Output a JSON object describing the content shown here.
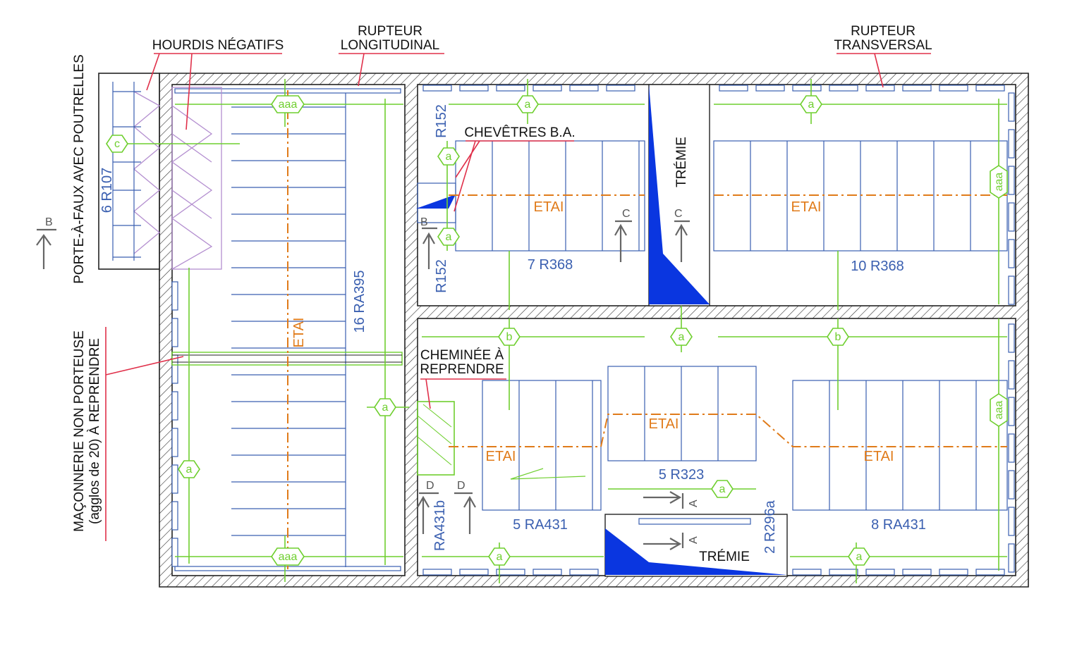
{
  "callouts": {
    "hourdis": "HOURDIS NÉGATIFS",
    "rupteur_long_1": "RUPTEUR",
    "rupteur_long_2": "LONGITUDINAL",
    "rupteur_trans_1": "RUPTEUR",
    "rupteur_trans_2": "TRANSVERSAL",
    "porte_a_faux": "PORTE-À-FAUX AVEC POUTRELLES",
    "maconnerie_1": "MAÇONNERIE NON PORTEUSE",
    "maconnerie_2": "(agglos de 20) À REPRENDRE",
    "chevetres": "CHEVÊTRES B.A.",
    "cheminee_1": "CHEMINÉE À",
    "cheminee_2": "REPRENDRE",
    "tremie_top": "TRÉMIE",
    "tremie_bottom": "TRÉMIE"
  },
  "beams": {
    "r107": "6  R107",
    "r152_top": "R152",
    "r152_bottom": "R152",
    "ra395": "16  RA395",
    "r368_left": "7  R368",
    "r368_right": "10  R368",
    "r323": "5  R323",
    "ra431_left": "5  RA431",
    "ra431_right": "8  RA431",
    "ra431b": "RA431b",
    "r296a": "2  R296a"
  },
  "props": {
    "etai": "ETAI"
  },
  "sections": {
    "b": "B",
    "c": "C",
    "d": "D",
    "a": "A"
  },
  "tags": {
    "a": "a",
    "aaa": "aaa",
    "b": "b",
    "c": "c"
  },
  "colors": {
    "joists": "#3a5fb0",
    "dimensions": "#6fcf2f",
    "props": "#e07b1a",
    "callout_lines": "#e0304a",
    "openings": "#0a36e0",
    "hourdis": "#b48fd0"
  }
}
